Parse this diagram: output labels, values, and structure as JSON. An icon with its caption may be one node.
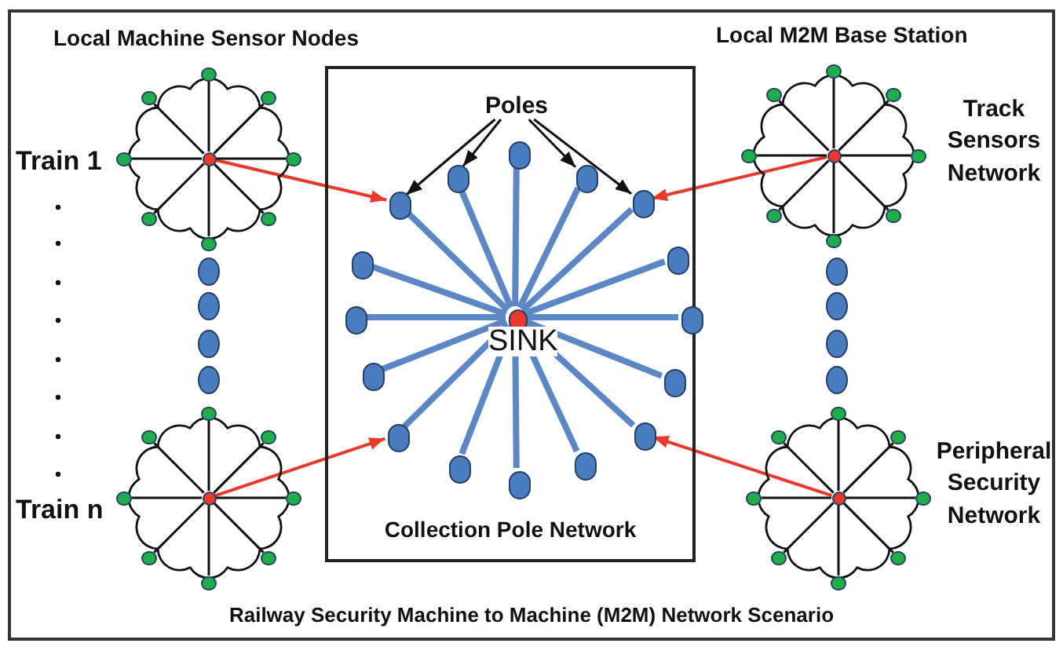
{
  "diagram": {
    "caption": "Railway Security Machine to Machine (M2M) Network Scenario",
    "nodes": [
      {
        "text": [
          "Collection Pole Network"
        ]
      },
      {
        "text": [],
        "shape": "circle",
        "in": 0,
        "beside": [
          "SINK"
        ]
      },
      {
        "text": [],
        "shape": "circle",
        "in": 0
      },
      {
        "text": [],
        "shape": "circle",
        "in": 0
      },
      {
        "text": [],
        "shape": "circle",
        "in": 0
      },
      {
        "text": [],
        "shape": "circle",
        "in": 0
      },
      {
        "text": [],
        "shape": "circle",
        "in": 0
      },
      {
        "text": [],
        "shape": "circle",
        "in": 0
      },
      {
        "text": [],
        "shape": "circle",
        "in": 0
      },
      {
        "text": [],
        "shape": "circle",
        "in": 0
      },
      {
        "text": [],
        "shape": "circle",
        "in": 0
      },
      {
        "text": [],
        "shape": "circle",
        "in": 0
      },
      {
        "text": [],
        "shape": "circle",
        "in": 0
      },
      {
        "text": [],
        "shape": "circle",
        "in": 0
      },
      {
        "text": [],
        "shape": "circle",
        "in": 0
      },
      {
        "text": [],
        "shape": "circle",
        "in": 0
      },
      {
        "text": [],
        "shape": "circle",
        "in": 0
      },
      {
        "text": [],
        "shape": "circle",
        "in": 0
      },
      {
        "text": [
          "Poles"
        ],
        "in": 0
      },
      {
        "text": [],
        "shape": "cloud",
        "beside": [
          "Train 1"
        ]
      },
      {
        "text": [],
        "shape": "circle",
        "in": 19
      },
      {
        "text": [],
        "shape": "circle",
        "in": 19
      },
      {
        "text": [],
        "shape": "circle",
        "in": 19
      },
      {
        "text": [],
        "shape": "circle",
        "in": 19
      },
      {
        "text": [],
        "shape": "circle",
        "in": 19
      },
      {
        "text": [],
        "shape": "circle",
        "in": 19
      },
      {
        "text": [],
        "shape": "circle",
        "in": 19
      },
      {
        "text": [],
        "shape": "circle",
        "in": 19
      },
      {
        "text": [],
        "shape": "circle",
        "in": 19
      },
      {
        "text": [],
        "shape": "cloud",
        "beside": [
          "Track Sensors Network"
        ]
      },
      {
        "text": [],
        "shape": "circle",
        "in": 29
      },
      {
        "text": [],
        "shape": "circle",
        "in": 29
      },
      {
        "text": [],
        "shape": "circle",
        "in": 29
      },
      {
        "text": [],
        "shape": "circle",
        "in": 29
      },
      {
        "text": [],
        "shape": "circle",
        "in": 29
      },
      {
        "text": [],
        "shape": "circle",
        "in": 29
      },
      {
        "text": [],
        "shape": "circle",
        "in": 29
      },
      {
        "text": [],
        "shape": "circle",
        "in": 29
      },
      {
        "text": [],
        "shape": "circle",
        "in": 29
      },
      {
        "text": [],
        "shape": "cloud",
        "beside": [
          "Train n"
        ]
      },
      {
        "text": [],
        "shape": "circle",
        "in": 39
      },
      {
        "text": [],
        "shape": "circle",
        "in": 39
      },
      {
        "text": [],
        "shape": "circle",
        "in": 39
      },
      {
        "text": [],
        "shape": "circle",
        "in": 39
      },
      {
        "text": [],
        "shape": "circle",
        "in": 39
      },
      {
        "text": [],
        "shape": "circle",
        "in": 39
      },
      {
        "text": [],
        "shape": "circle",
        "in": 39
      },
      {
        "text": [],
        "shape": "circle",
        "in": 39
      },
      {
        "text": [],
        "shape": "circle",
        "in": 39
      },
      {
        "text": [],
        "shape": "cloud",
        "beside": [
          "Peripheral Security Network"
        ]
      },
      {
        "text": [],
        "shape": "circle",
        "in": 49
      },
      {
        "text": [],
        "shape": "circle",
        "in": 49
      },
      {
        "text": [],
        "shape": "circle",
        "in": 49
      },
      {
        "text": [],
        "shape": "circle",
        "in": 49
      },
      {
        "text": [],
        "shape": "circle",
        "in": 49
      },
      {
        "text": [],
        "shape": "circle",
        "in": 49
      },
      {
        "text": [],
        "shape": "circle",
        "in": 49
      },
      {
        "text": [],
        "shape": "circle",
        "in": 49
      },
      {
        "text": [],
        "shape": "circle",
        "in": 49
      }
    ],
    "edges": [
      {
        "from": 1,
        "to": 2,
        "arrow": "none",
        "style": "thick",
        "color": "#5b87c5"
      },
      {
        "from": 1,
        "to": 3,
        "arrow": "none",
        "style": "thick",
        "color": "#5b87c5"
      },
      {
        "from": 1,
        "to": 4,
        "arrow": "none",
        "style": "thick",
        "color": "#5b87c5"
      },
      {
        "from": 1,
        "to": 5,
        "arrow": "none",
        "style": "thick",
        "color": "#5b87c5"
      },
      {
        "from": 1,
        "to": 6,
        "arrow": "none",
        "style": "thick",
        "color": "#5b87c5"
      },
      {
        "from": 1,
        "to": 7,
        "arrow": "none",
        "style": "thick",
        "color": "#5b87c5"
      },
      {
        "from": 1,
        "to": 8,
        "arrow": "none",
        "style": "thick",
        "color": "#5b87c5"
      },
      {
        "from": 1,
        "to": 9,
        "arrow": "none",
        "style": "thick",
        "color": "#5b87c5"
      },
      {
        "from": 1,
        "to": 10,
        "arrow": "none",
        "style": "thick",
        "color": "#5b87c5"
      },
      {
        "from": 1,
        "to": 11,
        "arrow": "none",
        "style": "thick",
        "color": "#5b87c5"
      },
      {
        "from": 1,
        "to": 12,
        "arrow": "none",
        "style": "thick",
        "color": "#5b87c5"
      },
      {
        "from": 1,
        "to": 13,
        "arrow": "none",
        "style": "thick",
        "color": "#5b87c5"
      },
      {
        "from": 1,
        "to": 14,
        "arrow": "none",
        "style": "thick",
        "color": "#5b87c5"
      },
      {
        "from": 1,
        "to": 15,
        "arrow": "none",
        "style": "thick",
        "color": "#5b87c5"
      },
      {
        "from": 1,
        "to": 16,
        "arrow": "none",
        "style": "thick",
        "color": "#5b87c5"
      },
      {
        "from": 1,
        "to": 17,
        "arrow": "none",
        "style": "thick",
        "color": "#5b87c5"
      },
      {
        "from": 18,
        "to": 5,
        "arrow": "to"
      },
      {
        "from": 18,
        "to": 3,
        "arrow": "to"
      },
      {
        "from": 18,
        "to": 4,
        "arrow": "to"
      },
      {
        "from": 18,
        "to": 6,
        "arrow": "to"
      },
      {
        "from": 20,
        "to": 5,
        "arrow": "to",
        "color": "#e8392b"
      },
      {
        "from": 30,
        "to": 6,
        "arrow": "to",
        "color": "#e8392b"
      },
      {
        "from": 40,
        "to": 13,
        "arrow": "to",
        "color": "#e8392b"
      },
      {
        "from": 50,
        "to": 14,
        "arrow": "to",
        "color": "#e8392b"
      },
      {
        "from": 20,
        "to": 21,
        "arrow": "none"
      },
      {
        "from": 20,
        "to": 22,
        "arrow": "none"
      },
      {
        "from": 20,
        "to": 23,
        "arrow": "none"
      },
      {
        "from": 20,
        "to": 24,
        "arrow": "none"
      },
      {
        "from": 20,
        "to": 25,
        "arrow": "none"
      },
      {
        "from": 20,
        "to": 26,
        "arrow": "none"
      },
      {
        "from": 20,
        "to": 27,
        "arrow": "none"
      },
      {
        "from": 20,
        "to": 28,
        "arrow": "none"
      },
      {
        "from": 30,
        "to": 31,
        "arrow": "none"
      },
      {
        "from": 30,
        "to": 32,
        "arrow": "none"
      },
      {
        "from": 30,
        "to": 33,
        "arrow": "none"
      },
      {
        "from": 30,
        "to": 34,
        "arrow": "none"
      },
      {
        "from": 30,
        "to": 35,
        "arrow": "none"
      },
      {
        "from": 30,
        "to": 36,
        "arrow": "none"
      },
      {
        "from": 30,
        "to": 37,
        "arrow": "none"
      },
      {
        "from": 30,
        "to": 38,
        "arrow": "none"
      },
      {
        "from": 40,
        "to": 41,
        "arrow": "none"
      },
      {
        "from": 40,
        "to": 42,
        "arrow": "none"
      },
      {
        "from": 40,
        "to": 43,
        "arrow": "none"
      },
      {
        "from": 40,
        "to": 44,
        "arrow": "none"
      },
      {
        "from": 40,
        "to": 45,
        "arrow": "none"
      },
      {
        "from": 40,
        "to": 46,
        "arrow": "none"
      },
      {
        "from": 40,
        "to": 47,
        "arrow": "none"
      },
      {
        "from": 40,
        "to": 48,
        "arrow": "none"
      },
      {
        "from": 50,
        "to": 51,
        "arrow": "none"
      },
      {
        "from": 50,
        "to": 52,
        "arrow": "none"
      },
      {
        "from": 50,
        "to": 53,
        "arrow": "none"
      },
      {
        "from": 50,
        "to": 54,
        "arrow": "none"
      },
      {
        "from": 50,
        "to": 55,
        "arrow": "none"
      },
      {
        "from": 50,
        "to": 56,
        "arrow": "none"
      },
      {
        "from": 50,
        "to": 57,
        "arrow": "none"
      },
      {
        "from": 50,
        "to": 58,
        "arrow": "none"
      }
    ],
    "labels": [
      "Local Machine Sensor Nodes",
      "Local M2M Base Station"
    ]
  }
}
